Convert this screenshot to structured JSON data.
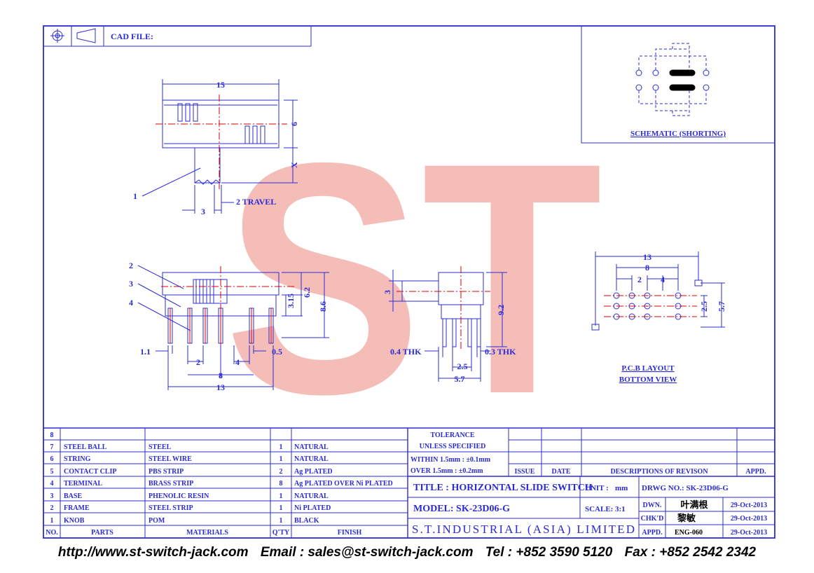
{
  "header": {
    "cad_label": "CAD FILE:"
  },
  "colors": {
    "drawing": "#2b2bd6",
    "centerline": "#e00000",
    "watermark": "#f2b1ac",
    "pin": "#e00000"
  },
  "watermark": {
    "text": "ST"
  },
  "top_view": {
    "dim_width": "15",
    "dim_height": "6",
    "dim_x": "X",
    "dim_knob": "3",
    "dim_travel": "2 TRAVEL",
    "callout_1": "1"
  },
  "front_view": {
    "callouts": [
      "2",
      "3",
      "4"
    ],
    "dim_top": "3.15",
    "dim_mid": "6.2",
    "dim_total": "8.6",
    "dim_pin_w": "1.1",
    "dim_pin_thk": "0.5",
    "dim_pitch2": "2",
    "dim_pitch4": "4",
    "dim_8": "8",
    "dim_13": "13"
  },
  "side_view": {
    "dim_knob": "3",
    "dim_height": "9.2",
    "dim_thk_left": "0.4 THK",
    "dim_thk_right": "0.3 THK",
    "dim_25": "2.5",
    "dim_57": "5.7"
  },
  "schematic": {
    "label": "SCHEMATIC (SHORTING)"
  },
  "pcb": {
    "dim_13": "13",
    "dim_8": "8",
    "dim_2": "2",
    "dim_4": "4",
    "dim_25": "2.5",
    "dim_57": "5.7",
    "label_line1": "P.C.B LAYOUT",
    "label_line2": "BOTTOM VIEW"
  },
  "bom": {
    "rows": [
      {
        "no": "8",
        "part": "",
        "material": "",
        "qty": "",
        "finish": ""
      },
      {
        "no": "7",
        "part": "STEEL BALL",
        "material": "STEEL",
        "qty": "1",
        "finish": "NATURAL"
      },
      {
        "no": "6",
        "part": "STRING",
        "material": "STEEL WIRE",
        "qty": "1",
        "finish": "NATURAL"
      },
      {
        "no": "5",
        "part": "CONTACT CLIP",
        "material": "PBS STRIP",
        "qty": "2",
        "finish": "Ag PLATED"
      },
      {
        "no": "4",
        "part": "TERMINAL",
        "material": "BRASS STRIP",
        "qty": "8",
        "finish": "Ag PLATED OVER Ni PLATED"
      },
      {
        "no": "3",
        "part": "BASE",
        "material": "PHENOLIC RESIN",
        "qty": "1",
        "finish": "NATURAL"
      },
      {
        "no": "2",
        "part": "FRAME",
        "material": "STEEL STRIP",
        "qty": "1",
        "finish": "Ni PLATED"
      },
      {
        "no": "1",
        "part": "KNOB",
        "material": "POM",
        "qty": "1",
        "finish": "BLACK"
      }
    ],
    "headers": {
      "no": "NO.",
      "part": "PARTS",
      "material": "MATERIALS",
      "qty": "Q'TY",
      "finish": "FINISH"
    }
  },
  "tolerance": {
    "line1": "TOLERANCE",
    "line2": "UNLESS   SPECIFIED",
    "line3": "WITHIN  1.5mm : ±0.1mm",
    "line4": "OVER    1.5mm : ±0.2mm"
  },
  "revision": {
    "issue": "ISSUE",
    "date": "DATE",
    "desc": "DESCRIPTIONS OF REVISON",
    "appd": "APPD."
  },
  "title_block": {
    "title": "TITLE : HORIZONTAL SLIDE SWITCH",
    "model": "MODEL: SK-23D06-G",
    "company": "S.T.INDUSTRIAL  (ASIA)  LIMITED",
    "unit_label": "UNIT :",
    "unit_value": "mm",
    "scale_label": "SCALE:",
    "scale_value": "3:1",
    "drwg_no": "DRWG NO.: SK-23D06-G",
    "dwn_label": "DWN.",
    "dwn_name": "叶满根",
    "dwn_date": "29-Oct-2013",
    "chkd_label": "CHK'D",
    "chkd_name": "黎敏",
    "chkd_date": "29-Oct-2013",
    "appd_label": "APPD.",
    "appd_name": "ENG-060",
    "appd_date": "29-Oct-2013"
  },
  "footer": {
    "web": "http://www.st-switch-jack.com",
    "email": "Email : sales@st-switch-jack.com",
    "tel": "Tel : +852 3590 5120",
    "fax": "Fax : +852 2542 2342"
  }
}
